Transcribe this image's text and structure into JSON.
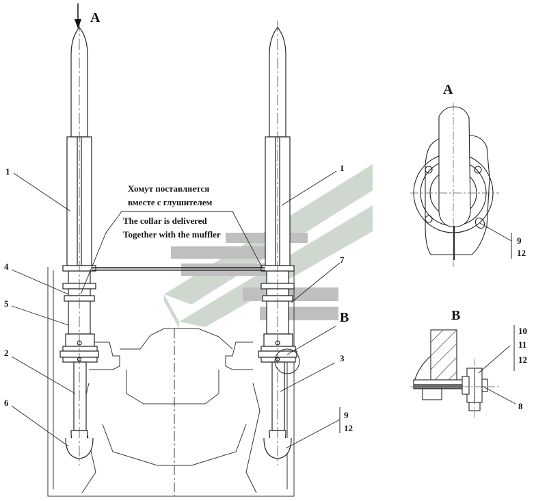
{
  "views": {
    "view_a_arrow": "A",
    "view_a_title": "A",
    "view_b_title": "B",
    "detail_b_marker": "B"
  },
  "note": {
    "ru_line1": "Хомут поставляется",
    "ru_line2": "вместе с глушителем",
    "en_line1": "The collar is delivered",
    "en_line2": "Together with the muffler"
  },
  "callouts": {
    "c1_left": "1",
    "c1_right": "1",
    "c2": "2",
    "c3": "3",
    "c4": "4",
    "c5": "5",
    "c6": "6",
    "c7": "7",
    "c8": "8",
    "c9_main": "9",
    "c12_main": "12",
    "c9_a": "9",
    "c12_a": "12",
    "c10_b": "10",
    "c11_b": "11",
    "c12_b": "12"
  },
  "colors": {
    "line": "#222222",
    "watermark_gray": "#b4b4b4",
    "watermark_green": "#c6d2c6"
  }
}
